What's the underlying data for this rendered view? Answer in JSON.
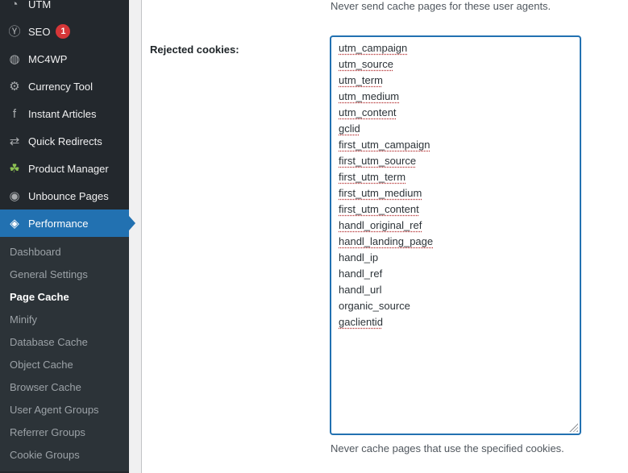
{
  "colors": {
    "accent_blue": "#2271b1",
    "badge_red": "#d63638",
    "sidebar_bg": "#23282d",
    "submenu_bg": "#2c3338"
  },
  "sidebar": {
    "icon_glyphs": {
      "utm-icon": "◔",
      "seo-icon": "Ⓨ",
      "mc4wp-icon": "◍",
      "gear-icon": "⚙",
      "facebook-icon": "f",
      "redirect-icon": "⇄",
      "leaf-icon": "☘",
      "unbounce-icon": "◉",
      "performance-icon": "◈"
    },
    "items": [
      {
        "id": "utm",
        "label": "UTM",
        "icon": "utm-icon"
      },
      {
        "id": "seo",
        "label": "SEO",
        "icon": "seo-icon",
        "badge": "1"
      },
      {
        "id": "mc4wp",
        "label": "MC4WP",
        "icon": "mc4wp-icon"
      },
      {
        "id": "currency-tool",
        "label": "Currency Tool",
        "icon": "gear-icon"
      },
      {
        "id": "instant-articles",
        "label": "Instant Articles",
        "icon": "facebook-icon"
      },
      {
        "id": "quick-redirects",
        "label": "Quick Redirects",
        "icon": "redirect-icon"
      },
      {
        "id": "product-manager",
        "label": "Product Manager",
        "icon": "leaf-icon",
        "icon_color": "#8dc153"
      },
      {
        "id": "unbounce-pages",
        "label": "Unbounce Pages",
        "icon": "unbounce-icon"
      },
      {
        "id": "performance",
        "label": "Performance",
        "icon": "performance-icon",
        "active": true
      }
    ],
    "submenu": {
      "active": "Page Cache",
      "items": [
        "Dashboard",
        "General Settings",
        "Page Cache",
        "Minify",
        "Database Cache",
        "Object Cache",
        "Browser Cache",
        "User Agent Groups",
        "Referrer Groups",
        "Cookie Groups"
      ]
    }
  },
  "main": {
    "top_description": "Never send cache pages for these user agents.",
    "field_label": "Rejected cookies:",
    "rejected_cookies": {
      "lines": [
        {
          "text": "utm_campaign",
          "misspelled": true
        },
        {
          "text": "utm_source",
          "misspelled": true
        },
        {
          "text": "utm_term",
          "misspelled": true
        },
        {
          "text": "utm_medium",
          "misspelled": true
        },
        {
          "text": "utm_content",
          "misspelled": true
        },
        {
          "text": "gclid",
          "misspelled": true
        },
        {
          "text": "first_utm_campaign",
          "misspelled": true
        },
        {
          "text": "first_utm_source",
          "misspelled": true
        },
        {
          "text": "first_utm_term",
          "misspelled": true
        },
        {
          "text": "first_utm_medium",
          "misspelled": true
        },
        {
          "text": "first_utm_content",
          "misspelled": true
        },
        {
          "text": "handl_original_ref",
          "misspelled": true
        },
        {
          "text": "handl_landing_page",
          "misspelled": true
        },
        {
          "text": "handl_ip",
          "misspelled": false
        },
        {
          "text": "handl_ref",
          "misspelled": false
        },
        {
          "text": "handl_url",
          "misspelled": false
        },
        {
          "text": "organic_source",
          "misspelled": false
        },
        {
          "text": "gaclientid",
          "misspelled": true
        }
      ]
    },
    "bottom_description": "Never cache pages that use the specified cookies."
  }
}
